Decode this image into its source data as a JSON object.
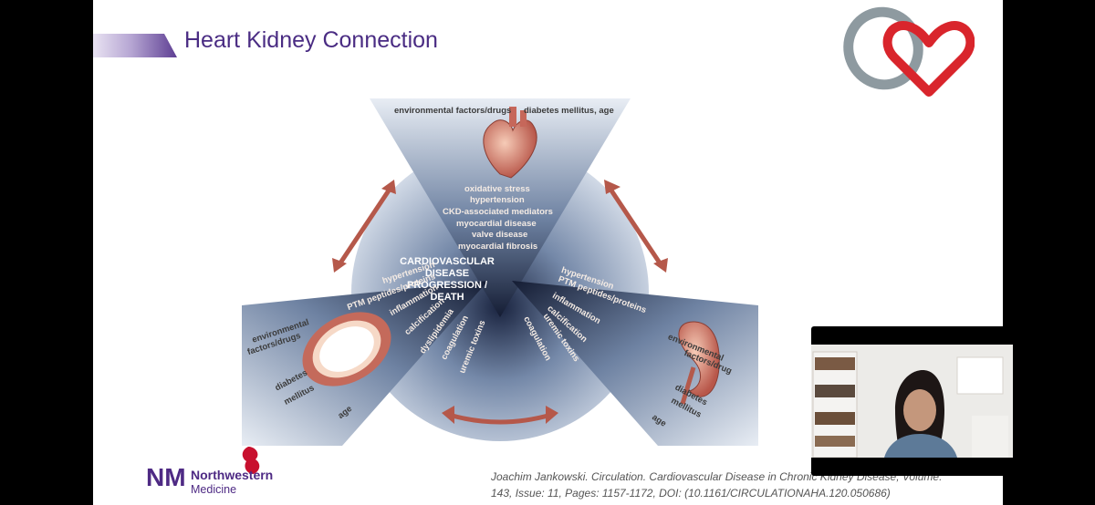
{
  "slide": {
    "title": "Heart Kidney Connection",
    "citation": "Joachim Jankowski. Circulation. Cardiovascular Disease in Chronic Kidney Disease, Volume: 143, Issue: 11, Pages: 1157-1172, DOI: (10.1161/CIRCULATIONAHA.120.050686)",
    "logo_text_1": "Northwestern",
    "logo_text_2": "Medicine",
    "logo_mark": "NM"
  },
  "diagram": {
    "top_left_label": "environmental factors/drugs",
    "top_right_label": "diabetes mellitus, age",
    "heart_mediators": [
      "oxidative stress",
      "hypertension",
      "CKD-associated mediators",
      "myocardial disease",
      "valve disease",
      "myocardial fibrosis"
    ],
    "center": [
      "CARDIOVASCULAR",
      "DISEASE",
      "PROGRESSION /",
      "DEATH"
    ],
    "vessel_mediators": [
      "hypertension",
      "PTM peptides/proteins",
      "inflammation",
      "calcification",
      "dyslipidemia",
      "coagulation",
      "uremic toxins"
    ],
    "kidney_mediators": [
      "hypertension",
      "PTM peptides/proteins",
      "inflammation",
      "calcification",
      "uremic toxins",
      "coagulation"
    ],
    "vessel_factors": [
      "environmental",
      "factors/drugs",
      "diabetes",
      "mellitus",
      "age"
    ],
    "kidney_factors": [
      "environmental",
      "factors/drug",
      "diabetes",
      "mellitus",
      "age"
    ]
  },
  "colors": {
    "title": "#4a2c83",
    "heart_logo_red": "#d9252c",
    "heart_logo_gray": "#8e9aa0",
    "arrow": "#b5584a"
  }
}
